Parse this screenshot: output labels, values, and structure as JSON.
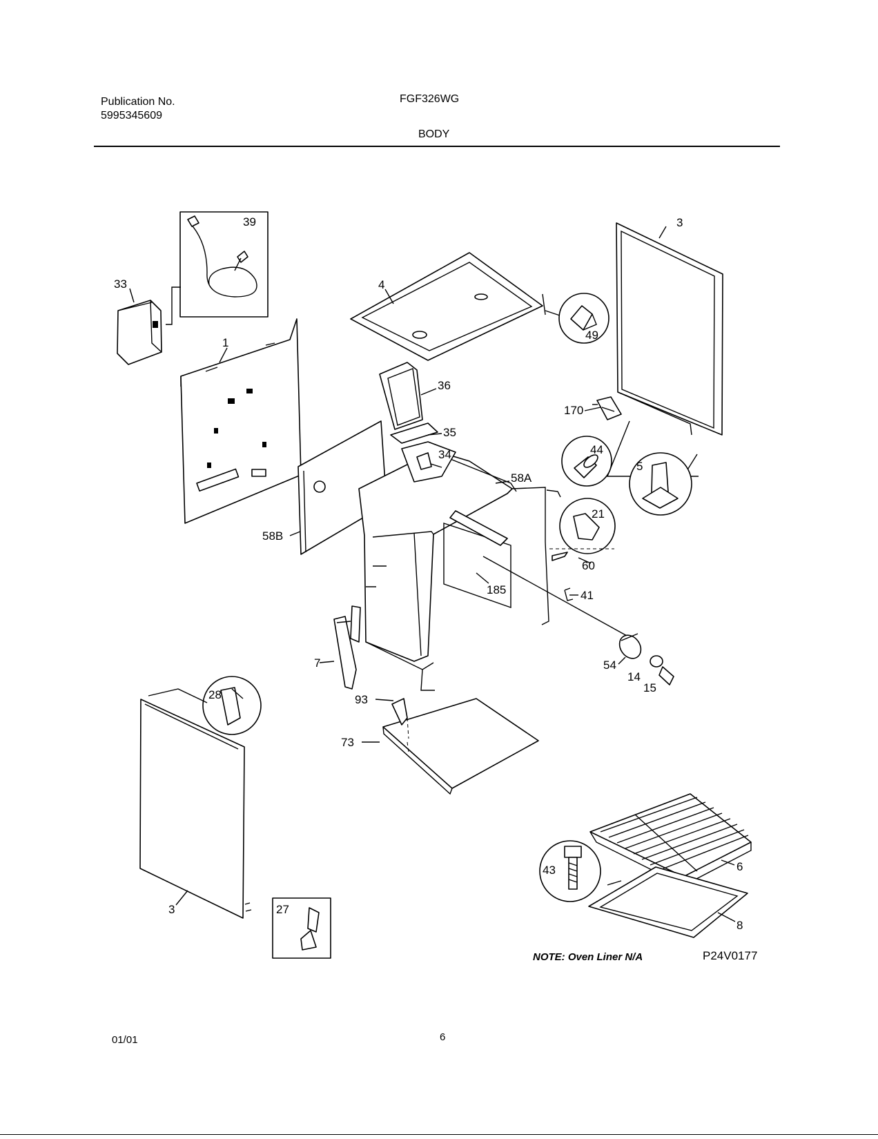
{
  "header": {
    "publication_label": "Publication No.",
    "publication_number": "5995345609",
    "model": "FGF326WG",
    "section": "BODY"
  },
  "diagram": {
    "callouts": [
      "39",
      "33",
      "1",
      "4",
      "49",
      "3",
      "36",
      "35",
      "170",
      "34",
      "58A",
      "44",
      "5",
      "58B",
      "21",
      "60",
      "185",
      "41",
      "7",
      "54",
      "14",
      "15",
      "28",
      "93",
      "73",
      "43",
      "6",
      "3",
      "27",
      "8"
    ]
  },
  "footer": {
    "note": "NOTE: Oven Liner N/A",
    "drawing_code": "P24V0177",
    "date": "01/01",
    "page": "6"
  }
}
